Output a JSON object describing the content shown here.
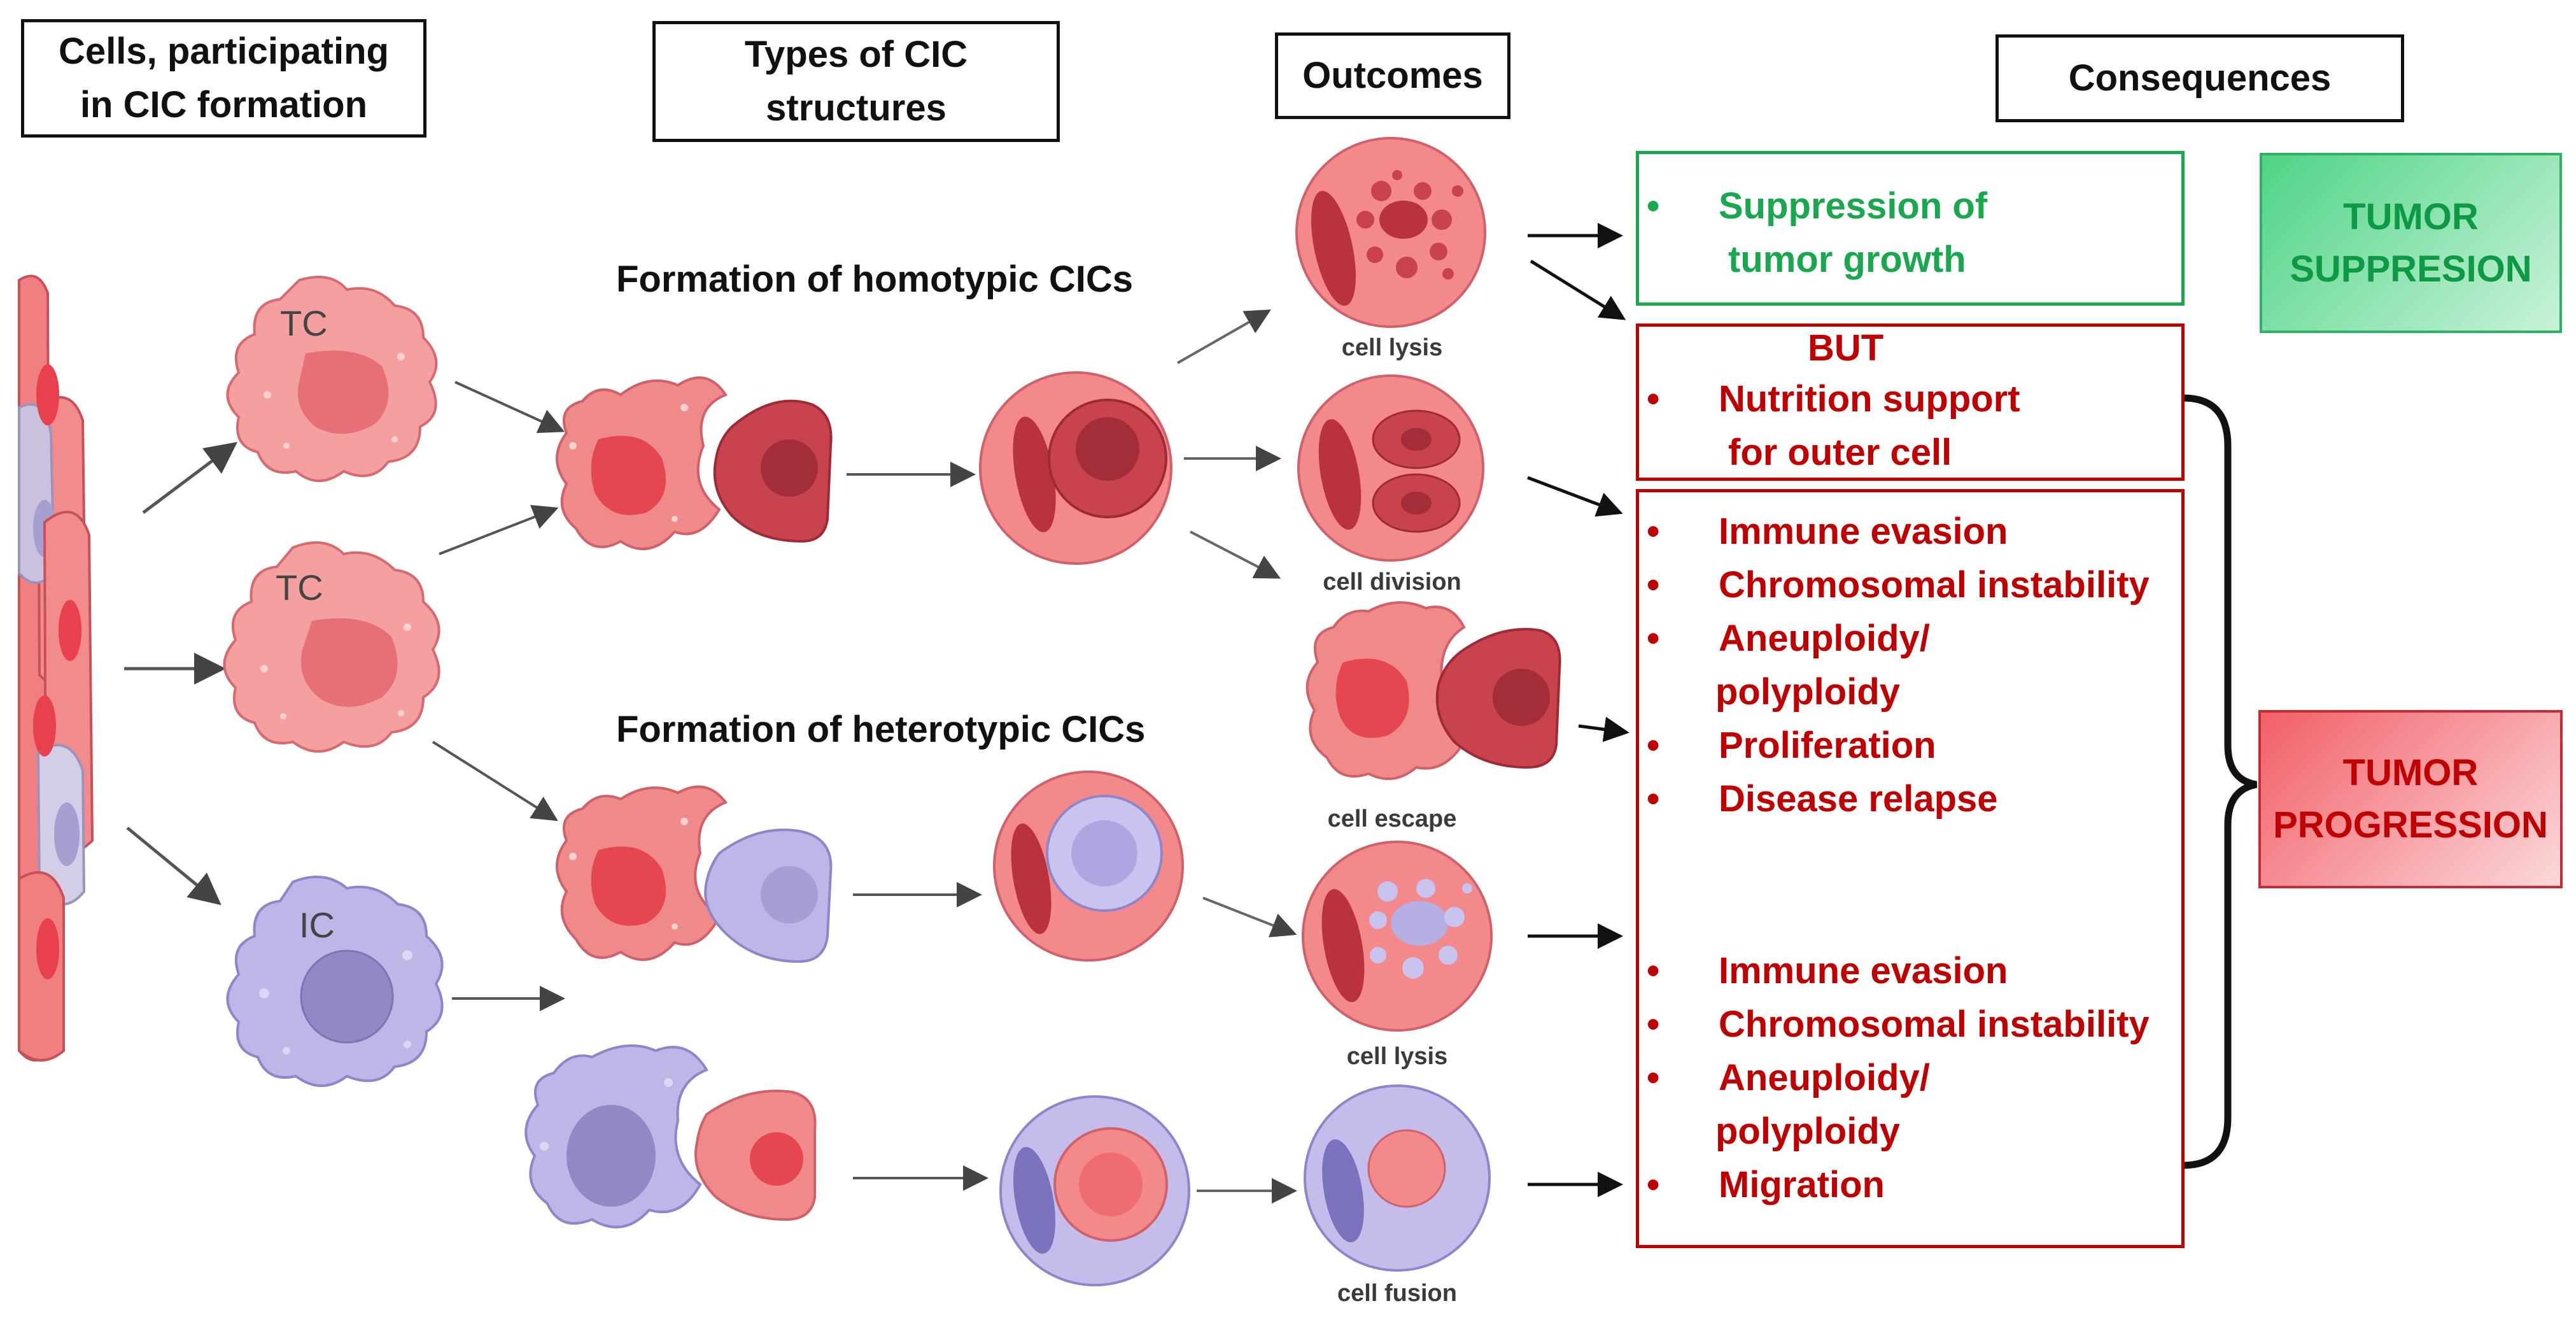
{
  "headers": {
    "cells": [
      "Cells, participating",
      "in CIC formation"
    ],
    "types": [
      "Types of CIC",
      "structures"
    ],
    "outcomes": "Outcomes",
    "consequences": "Consequences"
  },
  "cell_labels": {
    "tc_top": "TC",
    "tc_mid": "TC",
    "ic": "IC"
  },
  "sections": {
    "homotypic": "Formation of homotypic CICs",
    "heterotypic": "Formation of heterotypic CICs"
  },
  "outcome_labels": {
    "lysis_top": "cell lysis",
    "division": "cell division",
    "escape": "cell escape",
    "lysis_bottom": "cell lysis",
    "fusion": "cell fusion"
  },
  "consequences": {
    "suppression": [
      "Suppression of",
      "tumor growth"
    ],
    "but": "BUT",
    "nutrition": [
      "Nutrition support",
      "for outer cell"
    ],
    "group1": [
      "Immune evasion",
      "Chromosomal instability",
      "Aneuploidy/",
      "polyploidy",
      "Proliferation",
      "Disease relapse"
    ],
    "group2": [
      "Immune evasion",
      "Chromosomal instability",
      "Aneuploidy/",
      "polyploidy",
      "Migration"
    ],
    "bullet": "•"
  },
  "tags": {
    "suppression": [
      "TUMOR",
      "SUPPRESION"
    ],
    "progression": [
      "TUMOR",
      "PROGRESSION"
    ]
  },
  "colors": {
    "suppression_green": "#1aa84f",
    "progression_red": "#c00000",
    "tumor_cell": "#f28b8b",
    "tumor_cell_dark": "#b93a45",
    "immune_cell": "#b9b3e6",
    "immune_nucleus": "#8f88c9"
  }
}
